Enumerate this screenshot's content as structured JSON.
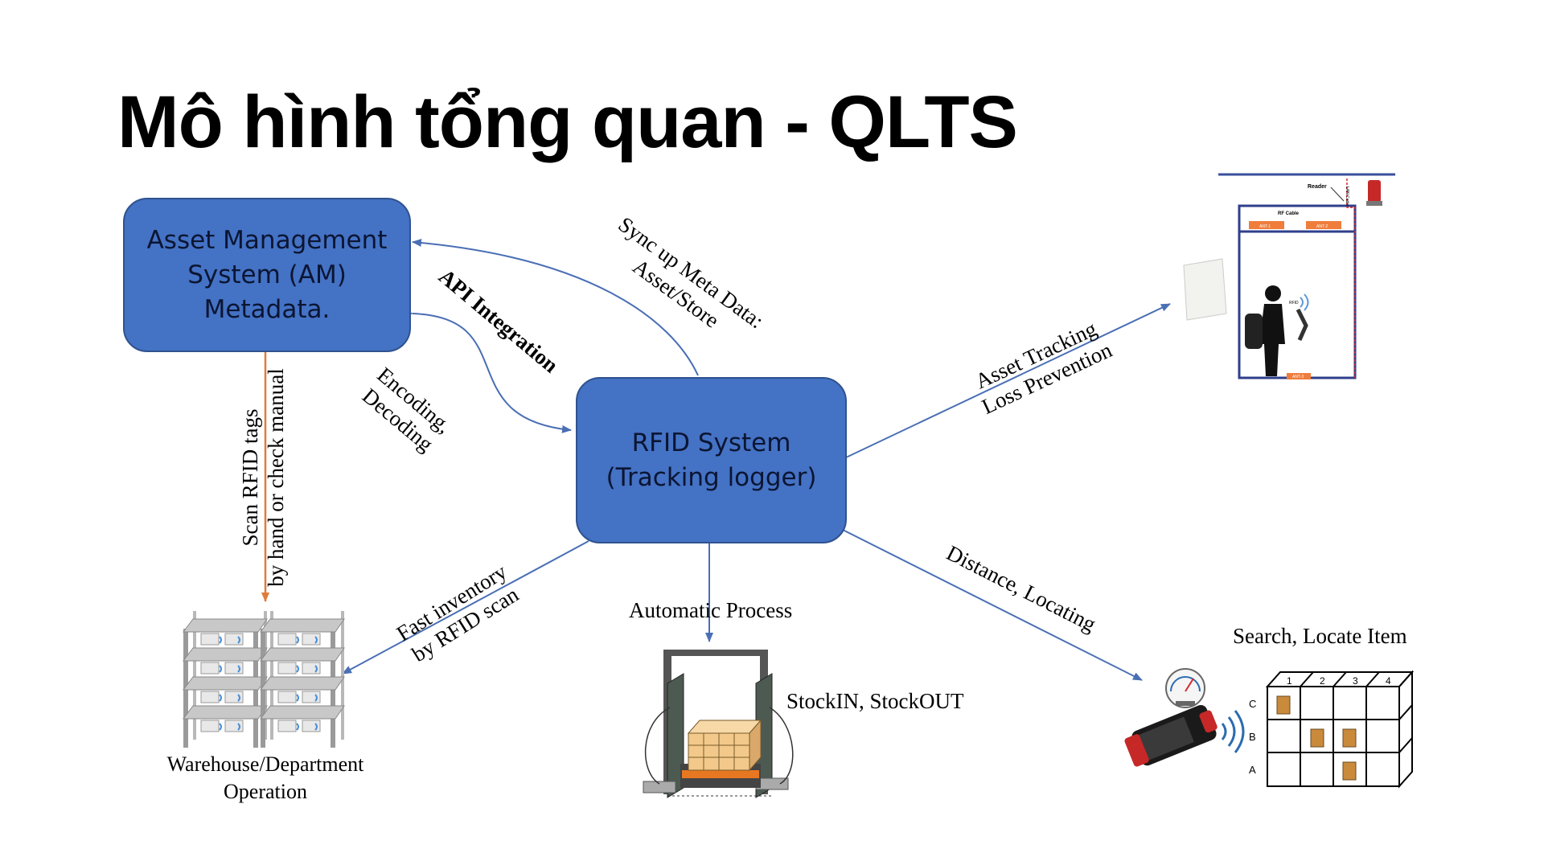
{
  "slide": {
    "title": "Mô hình tổng quan - QLTS"
  },
  "nodes": {
    "am_system": {
      "lines": [
        "Asset Management",
        "System (AM)",
        "Metadata."
      ]
    },
    "rfid_system": {
      "lines": [
        "RFID System",
        "(Tracking logger)"
      ]
    }
  },
  "edges": {
    "sync": {
      "lines": [
        "Sync up Meta Data:",
        "Asset/Store"
      ]
    },
    "api": {
      "label": "API Integration"
    },
    "encoding": {
      "lines": [
        "Encoding,",
        "Decoding"
      ]
    },
    "scan": {
      "lines": [
        "Scan RFID tags",
        "by hand or check manual"
      ]
    },
    "fast": {
      "lines": [
        "Fast inventory",
        "by RFID scan"
      ]
    },
    "auto": {
      "label": "Automatic Process"
    },
    "tracking": {
      "lines": [
        "Asset Tracking",
        "Loss Prevention"
      ]
    },
    "distance": {
      "label": "Distance, Locating"
    }
  },
  "captions": {
    "warehouse": [
      "Warehouse/Department",
      "Operation"
    ],
    "stock": "StockIN, StockOUT",
    "search": "Search, Locate Item"
  },
  "illustrations": {
    "gate_labels": {
      "reader": "Reader",
      "rf_cable": "RF Cable",
      "lan_cable": "LAN Cable",
      "ant1": "ANT-1",
      "ant2": "ANT-2",
      "ant3": "ANT-3",
      "rfid": "RFID"
    },
    "grid_cols": [
      "1",
      "2",
      "3",
      "4"
    ],
    "grid_rows": [
      "C",
      "B",
      "A"
    ]
  },
  "colors": {
    "box_fill": "#4472c4",
    "arrow_blue": "#4a6fb5",
    "arrow_orange": "#e07b39"
  }
}
